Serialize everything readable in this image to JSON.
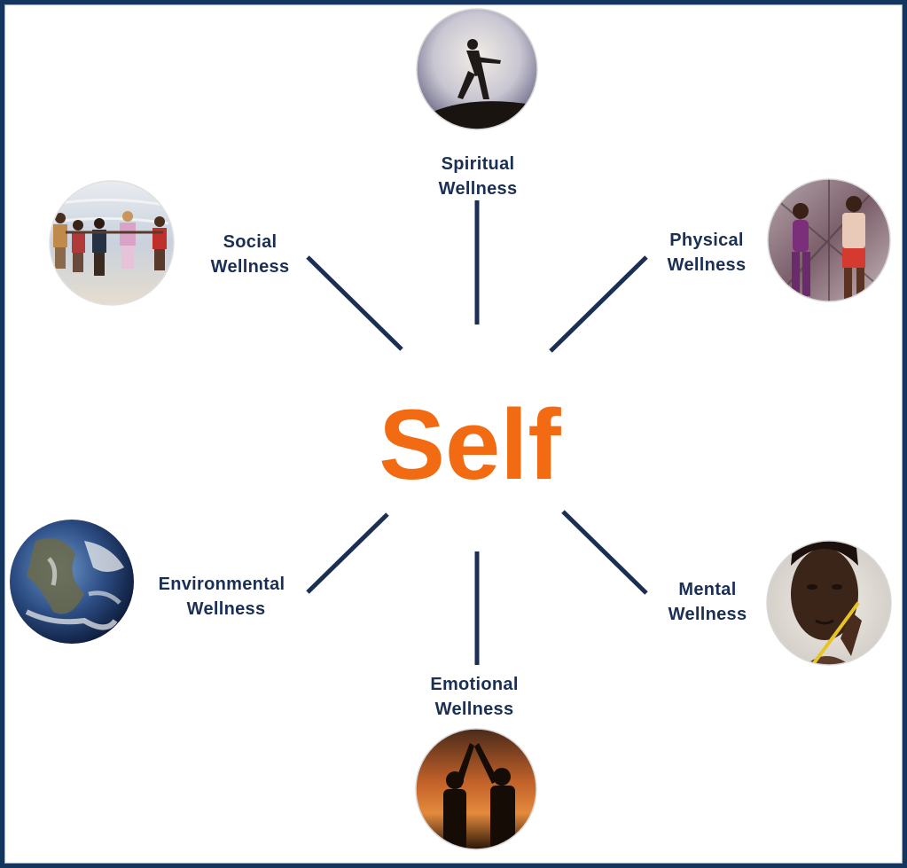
{
  "center": {
    "label": "Self",
    "color": "#f26b12"
  },
  "colors": {
    "frame": "#14365e",
    "spoke": "#1b2f55",
    "label": "#1b2f55"
  },
  "dimensions": [
    {
      "key": "spiritual",
      "line1": "Spiritual",
      "line2": "Wellness",
      "photo": "person-silhouette-on-hill"
    },
    {
      "key": "physical",
      "line1": "Physical",
      "line2": "Wellness",
      "photo": "two-joggers"
    },
    {
      "key": "mental",
      "line1": "Mental",
      "line2": "Wellness",
      "photo": "thinking-man-portrait"
    },
    {
      "key": "emotional",
      "line1": "Emotional",
      "line2": "Wellness",
      "photo": "high-five-silhouettes-sunset"
    },
    {
      "key": "environmental",
      "line1": "Environmental",
      "line2": "Wellness",
      "photo": "earth-globe"
    },
    {
      "key": "social",
      "line1": "Social",
      "line2": "Wellness",
      "photo": "friends-walking-on-beach"
    }
  ]
}
